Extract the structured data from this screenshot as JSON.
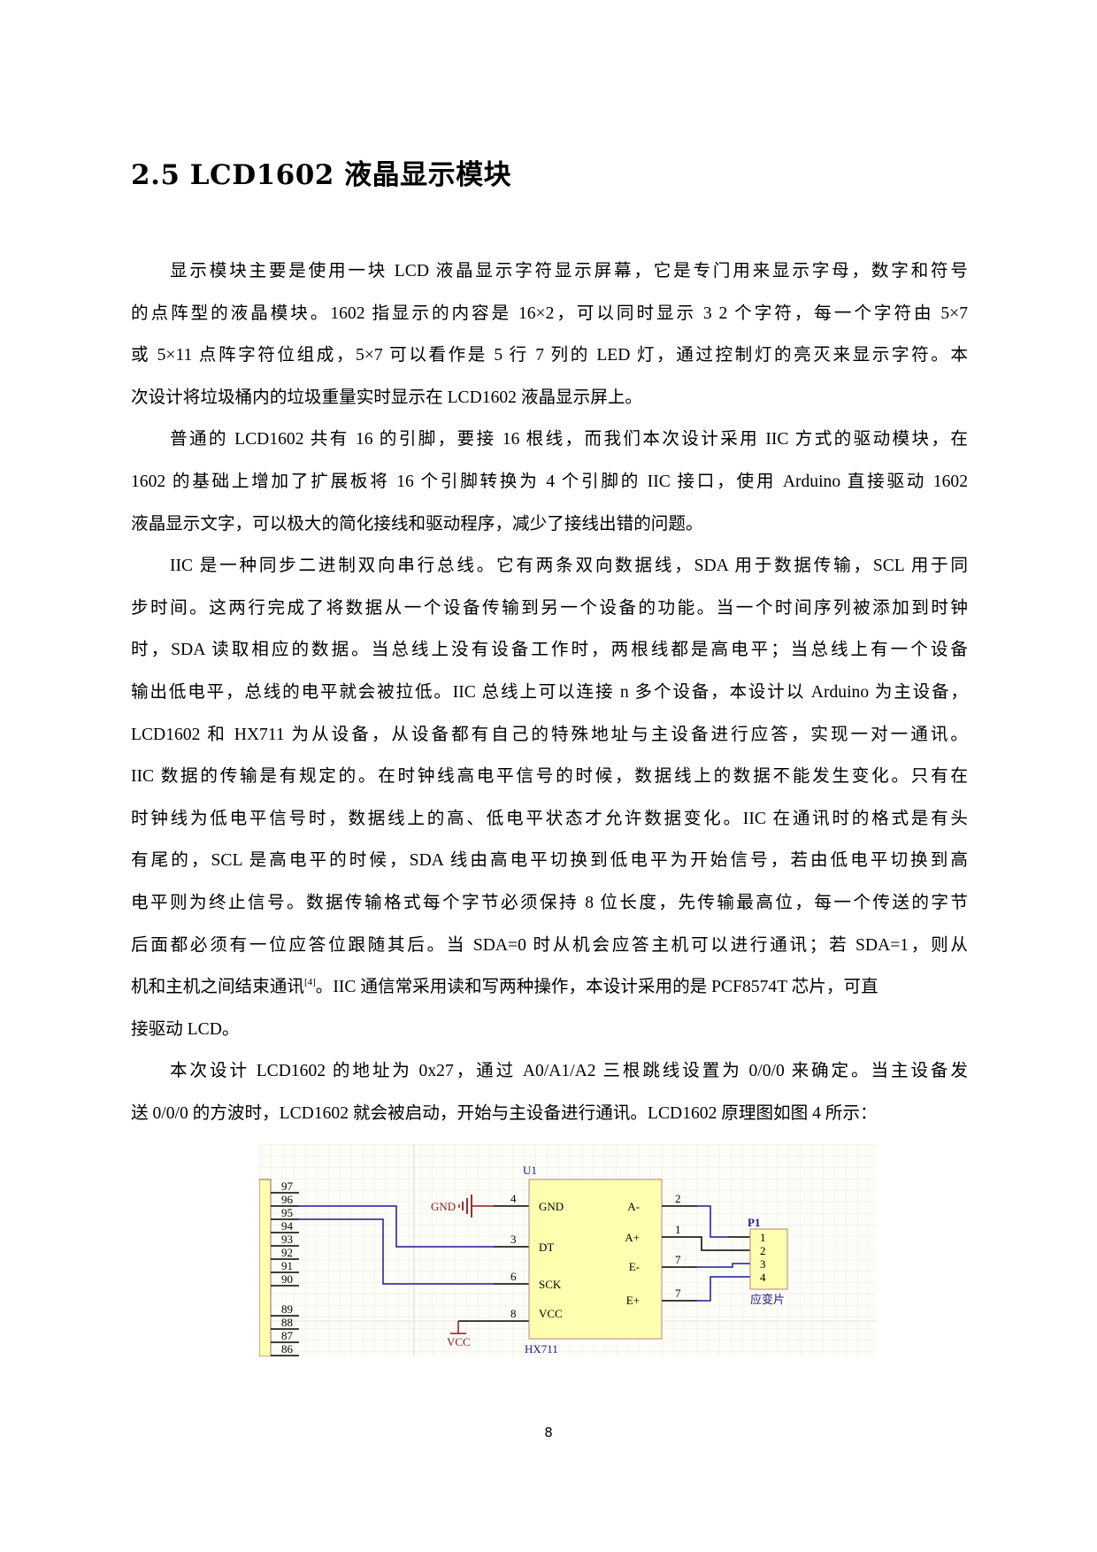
{
  "section": {
    "number": "2.5",
    "title": "2.5 LCD1602 液晶显示模块"
  },
  "paragraphs": [
    {
      "lines": [
        "显示模块主要是使用一块 LCD 液晶显示字符显示屏幕，它是专门用来显示字母，数字和符号",
        "的点阵型的液晶模块。1602 指显示的内容是 16×2，可以同时显示 3 2 个字符，每一个字符由 5×7",
        "或 5×11 点阵字符位组成，5×7 可以看作是 5 行 7 列的 LED 灯，通过控制灯的亮灭来显示字符。本",
        "次设计将垃圾桶内的垃圾重量实时显示在 LCD1602 液晶显示屏上。"
      ]
    },
    {
      "lines": [
        "普通的 LCD1602 共有 16 的引脚，要接 16 根线，而我们本次设计采用 IIC 方式的驱动模块，在",
        "1602 的基础上增加了扩展板将 16 个引脚转换为 4 个引脚的 IIC 接口，使用 Arduino 直接驱动 1602",
        "液晶显示文字，可以极大的简化接线和驱动程序，减少了接线出错的问题。"
      ]
    },
    {
      "lines": [
        "IIC 是一种同步二进制双向串行总线。它有两条双向数据线，SDA 用于数据传输，SCL 用于同",
        "步时间。这两行完成了将数据从一个设备传输到另一个设备的功能。当一个时间序列被添加到时钟",
        "时，SDA 读取相应的数据。当总线上没有设备工作时，两根线都是高电平；当总线上有一个设备",
        "输出低电平，总线的电平就会被拉低。IIC 总线上可以连接 n 多个设备，本设计以 Arduino 为主设备，",
        "LCD1602 和 HX711 为从设备，从设备都有自己的特殊地址与主设备进行应答，实现一对一通讯。",
        "IIC 数据的传输是有规定的。在时钟线高电平信号的时候，数据线上的数据不能发生变化。只有在",
        "时钟线为低电平信号时，数据线上的高、低电平状态才允许数据变化。IIC 在通讯时的格式是有头",
        "有尾的，SCL 是高电平的时候，SDA 线由高电平切换到低电平为开始信号，若由低电平切换到高",
        "电平则为终止信号。数据传输格式每个字节必须保持 8 位长度，先传输最高位，每一个传送的字节",
        "后面都必须有一位应答位跟随其后。当 SDA=0 时从机会应答主机可以进行通讯；若 SDA=1，则从",
        "机和主机之间结束通讯",
        "[4]",
        "。IIC 通信常采用读和写两种操作，本设计采用的是 PCF8574T 芯片，可直",
        "接驱动 LCD。"
      ]
    },
    {
      "lines": [
        "本次设计 LCD1602 的地址为 0x27，通过 A0/A1/A2 三根跳线设置为 0/0/0 来确定。当主设备发",
        "送 0/0/0 的方波时，LCD1602 就会被启动，开始与主设备进行通讯。LCD1602 原理图如图 4 所示："
      ]
    }
  ],
  "figure": {
    "connector_pins": [
      "97",
      "96",
      "95",
      "94",
      "93",
      "92",
      "91",
      "90",
      "89",
      "88",
      "87",
      "86"
    ],
    "gnd_label": "GND",
    "vcc_label": "VCC",
    "chip": {
      "designator": "U1",
      "name": "HX711",
      "left_pins": [
        {
          "num": "4",
          "name": "GND"
        },
        {
          "num": "3",
          "name": "DT"
        },
        {
          "num": "6",
          "name": "SCK"
        },
        {
          "num": "8",
          "name": "VCC"
        }
      ],
      "right_pins": [
        {
          "num": "2",
          "name": "A-"
        },
        {
          "num": "1",
          "name": "A+"
        },
        {
          "num": "7",
          "name": "E-"
        },
        {
          "num": "7",
          "name": "E+"
        }
      ]
    },
    "connector_p1": {
      "designator": "P1",
      "name": "应变片",
      "pins": [
        "1",
        "2",
        "3",
        "4"
      ]
    },
    "colors": {
      "background": "#fdfdf7",
      "grid": "#ececE4",
      "component_fill": "#ffffb0",
      "component_border": "#a06060",
      "wire": "#1a1a9a",
      "power": "#8b1a1a",
      "designator": "#1a1a8a"
    }
  },
  "page_number": "8"
}
